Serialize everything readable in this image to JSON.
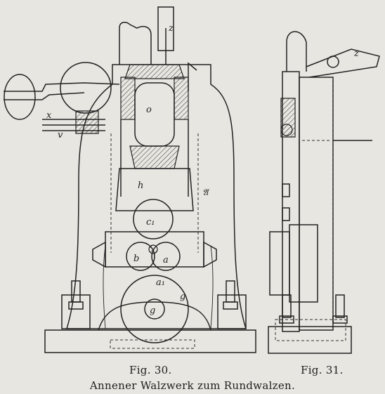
{
  "figures": [
    {
      "caption": "Fig. 30."
    },
    {
      "caption": "Fig. 31."
    }
  ],
  "title": "Annener Walzwerk zum Rundwalzen.",
  "labels": {
    "o": "o",
    "z": "z",
    "x": "x",
    "v": "v",
    "h": "h",
    "A": "𝔄",
    "c1": "c₁",
    "b": "b",
    "a": "a",
    "a1": "a₁",
    "g": "g",
    "g2": "g"
  }
}
